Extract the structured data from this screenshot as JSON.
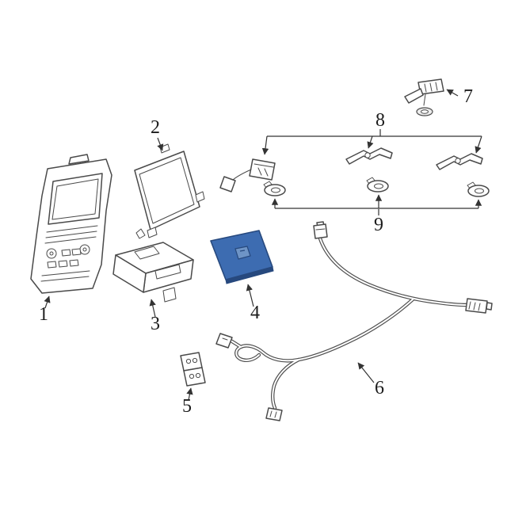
{
  "diagram": {
    "background": "#ffffff",
    "line_color": "#4a4a4a",
    "highlight_color": "#3d6cb1",
    "highlight_edge_color": "#27497e",
    "highlight_button_color": "#6e94c6",
    "labels": {
      "part1": "1",
      "part2": "2",
      "part3": "3",
      "part4": "4",
      "part5": "5",
      "part6": "6",
      "part7": "7",
      "part8": "8",
      "part9": "9"
    }
  }
}
